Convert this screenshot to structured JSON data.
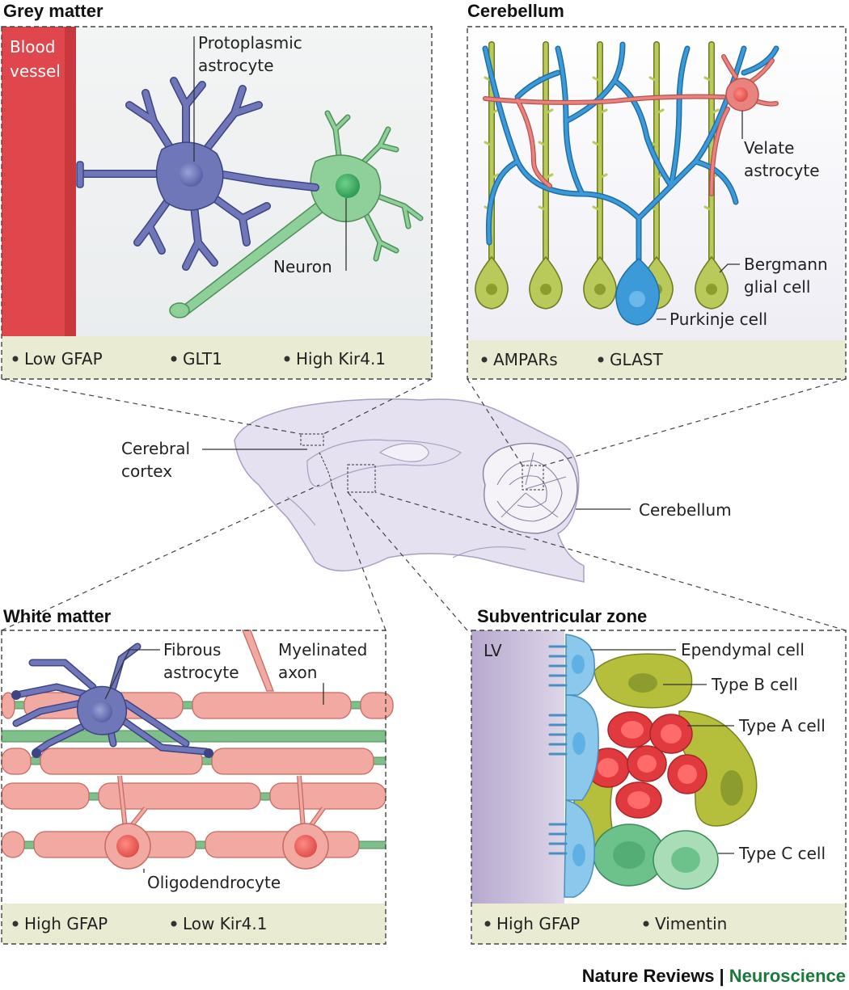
{
  "panels": {
    "grey_matter": {
      "title": "Grey matter",
      "blood_vessel": [
        "Blood",
        "vessel"
      ],
      "protoplasmic_astrocyte": [
        "Protoplasmic",
        "astrocyte"
      ],
      "neuron": "Neuron",
      "markers": [
        "Low GFAP",
        "GLT1",
        "High Kir4.1"
      ]
    },
    "cerebellum": {
      "title": "Cerebellum",
      "velate_astrocyte": [
        "Velate",
        "astrocyte"
      ],
      "bergmann_glial_cell": [
        "Bergmann",
        "glial cell"
      ],
      "purkinje_cell": "Purkinje cell",
      "markers": [
        "AMPARs",
        "GLAST"
      ]
    },
    "white_matter": {
      "title": "White matter",
      "fibrous_astrocyte": [
        "Fibrous",
        "astrocyte"
      ],
      "myelinated_axon": [
        "Myelinated",
        "axon"
      ],
      "oligodendrocyte": "Oligodendrocyte",
      "markers": [
        "High GFAP",
        "Low Kir4.1"
      ]
    },
    "subventricular_zone": {
      "title": "Subventricular zone",
      "lv": "LV",
      "ependymal_cell": "Ependymal cell",
      "type_b_cell": "Type B cell",
      "type_a_cell": "Type A cell",
      "type_c_cell": "Type C cell",
      "markers": [
        "High GFAP",
        "Vimentin"
      ]
    }
  },
  "brain": {
    "cerebral_cortex": [
      "Cerebral",
      "cortex"
    ],
    "cerebellum": "Cerebellum"
  },
  "footer": {
    "journal": "Nature Reviews",
    "separator": "|",
    "section": "Neuroscience"
  },
  "colors": {
    "astrocyte": "#6f77b8",
    "neuron": "#8fcf9a",
    "blood_vessel": "#e0474c",
    "bergmann_glia": "#b9c95a",
    "purkinje": "#3d9ad8",
    "velate": "#e8837f",
    "myelin": "#f2a9a2",
    "axon": "#7fbf8a",
    "type_a": "#e03a3e",
    "type_b": "#b5bf3c",
    "type_c": "#6cc28a",
    "ependymal": "#8cc8ec",
    "marker_strip": "#e9ecd2",
    "section_green": "#1a7a3a"
  }
}
